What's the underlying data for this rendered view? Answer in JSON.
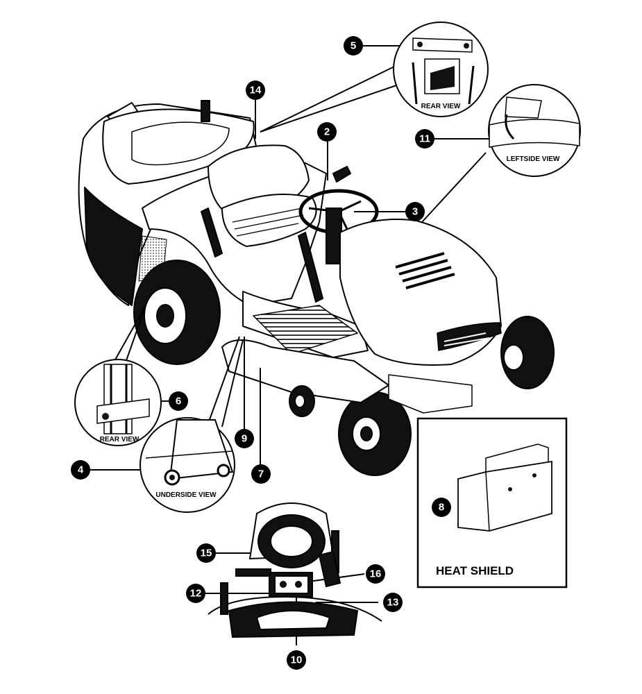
{
  "callouts": {
    "c2": "2",
    "c3": "3",
    "c4": "4",
    "c5": "5",
    "c6": "6",
    "c7": "7",
    "c8": "8",
    "c9": "9",
    "c10": "10",
    "c11": "11",
    "c12": "12",
    "c13": "13",
    "c14": "14",
    "c15": "15",
    "c16": "16"
  },
  "views": {
    "rear_view_top": "REAR VIEW",
    "leftside_view": "LEFTSIDE VIEW",
    "rear_view_left": "REAR VIEW",
    "underside_view": "UNDERSIDE VIEW"
  },
  "heat_shield": {
    "title": "HEAT SHIELD"
  }
}
